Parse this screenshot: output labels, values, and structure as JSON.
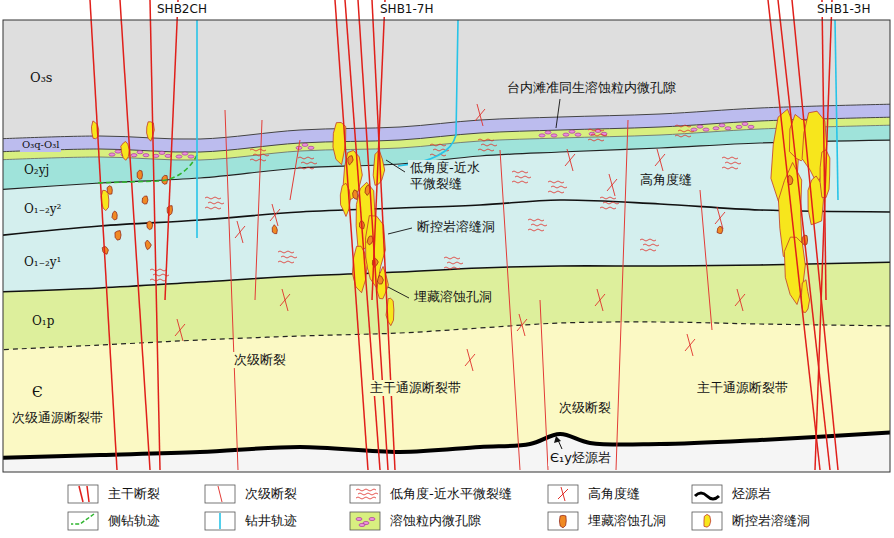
{
  "diagram": {
    "labels": [
      "SHB2CH",
      "SHB1-7H",
      "SHB1-3H",
      "O₃s",
      "O₃q-O₃l",
      "O₂yj",
      "O₁₋₂y²",
      "O₁₋₂y¹",
      "O₁p",
      "Є",
      "台内滩准同生溶蚀粒内微孔隙",
      "低角度-近水平微裂缝",
      "高角度缝",
      "断控岩溶缝洞",
      "埋藏溶蚀孔洞",
      "次级断裂",
      "主干通源断裂带",
      "次级断裂",
      "主干通源断裂带",
      "次级通源断裂带",
      "Є₁y烃源岩"
    ],
    "legend": [
      {
        "text": "主干断裂"
      },
      {
        "text": "次级断裂"
      },
      {
        "text": "低角度-近水平微裂缝"
      },
      {
        "text": "高角度缝"
      },
      {
        "text": "烃源岩"
      },
      {
        "text": "侧钻轨迹"
      },
      {
        "text": "钻井轨迹"
      },
      {
        "text": "溶蚀粒内微孔隙"
      },
      {
        "text": "埋藏溶蚀孔洞"
      },
      {
        "text": "断控岩溶缝洞"
      }
    ]
  }
}
